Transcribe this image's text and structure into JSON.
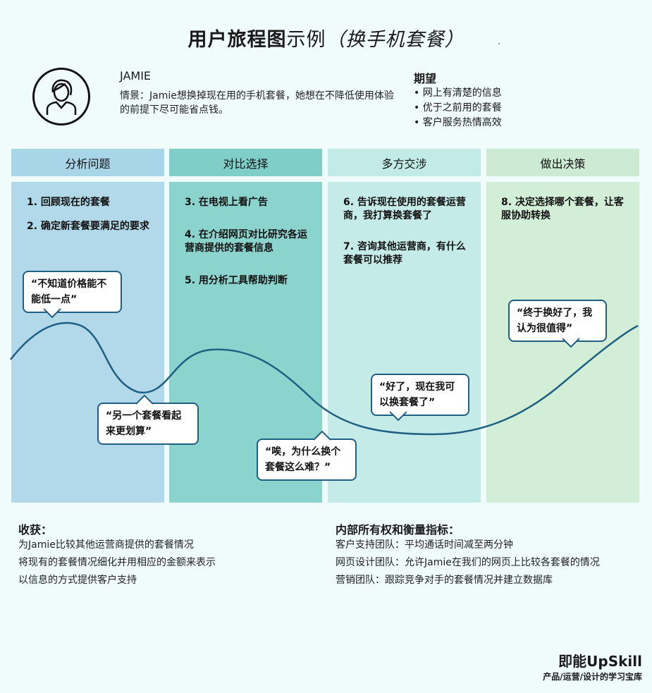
{
  "title": {
    "bold": "用户旅程图",
    "light": "示例",
    "italic": "（换手机套餐）"
  },
  "persona": {
    "name": "JAMIE",
    "description": "情景：Jamie想换掉现在用的手机套餐，她想在不降低使用体验的前提下尽可能省点钱。",
    "icon": "person-icon"
  },
  "expectations": {
    "title": "期望",
    "items": [
      "网上有清楚的信息",
      "优于之前用的套餐",
      "客户服务热情高效"
    ]
  },
  "stages": [
    {
      "label": "分析问题",
      "head_color": "#a8d5e8",
      "col_color": "#b2d9ea"
    },
    {
      "label": "对比选择",
      "head_color": "#7fcfc8",
      "col_color": "#8bd3cd"
    },
    {
      "label": "多方交涉",
      "head_color": "#c2ebe8",
      "col_color": "#c4ebe8"
    },
    {
      "label": "做出决策",
      "head_color": "#cdebd2",
      "col_color": "#d2eed6"
    }
  ],
  "steps": [
    [
      "1. 回顾现在的套餐",
      "2. 确定新套餐要满足的要求"
    ],
    [
      "3. 在电视上看广告",
      "4. 在介绍网页对比研究各运营商提供的套餐信息",
      "5. 用分析工具帮助判断"
    ],
    [
      "6. 告诉现在使用的套餐运营商，我打算换套餐了",
      "7. 咨询其他运营商，有什么套餐可以推荐"
    ],
    [
      "8. 决定选择哪个套餐，让客服协助转换"
    ]
  ],
  "quotes": {
    "q1": "“不知道价格能不能低一点”",
    "q2": "“另一个套餐看起来更划算”",
    "q3": "“唉，为什么换个套餐这么难？”",
    "q4": "“好了，现在我可以换套餐了”",
    "q5": "“终于换好了，我认为很值得”"
  },
  "gains": {
    "title": "收获：",
    "lines": [
      "为Jamie比较其他运营商提供的套餐情况",
      "将现有的套餐情况细化并用相应的金额来表示",
      "以信息的方式提供客户支持"
    ]
  },
  "ownership": {
    "title": "内部所有权和衡量指标：",
    "lines": [
      "客户支持团队：平均通话时间减至两分钟",
      "网页设计团队：允许Jamie在我们的网页上比较各套餐的情况",
      "营销团队：跟踪竞争对手的套餐情况并建立数据库"
    ]
  },
  "brand": {
    "name": "即能UpSkill",
    "tagline": "产品/运营/设计的学习宝库"
  },
  "colors": {
    "curve": "#1f5f82",
    "bubble_border": "#1f5f82"
  }
}
